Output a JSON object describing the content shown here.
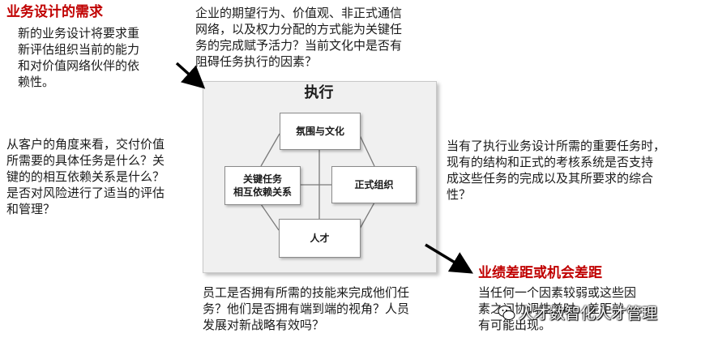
{
  "diagram": {
    "center_title": "执行",
    "nodes": {
      "culture": "氛围与文化",
      "tasks": "关键任务\n相互依赖关系",
      "formal": "正式组织",
      "talent": "人才"
    }
  },
  "annotations": {
    "top_left_heading": "业务设计的需求",
    "top_left_body": "新的业务设计将要求重\n新评估组织当前的能力\n和对价值网络伙伴的依\n赖性。",
    "top_center": "企业的期望行为、价值观、非正式通信\n网络，以及权力分配的方式能为关键任\n务的完成赋予活力？当前文化中是否有\n阻碍任务执行的因素？",
    "middle_left": "从客户的角度来看，交付价值\n所需要的具体任务是什么？关\n键的的相互依赖关系是什么？\n是否对风险进行了适当的评估\n和管理？",
    "right": "当有了执行业务设计所需的重要任务时，\n现有的结构和正式的考核系统是否支持\n成这些任务的完成以及其所要求的综合\n性？",
    "bottom_center": "员工是否拥有所需的技能来完成他们任\n务？他们是否拥有端到端的视角？人员\n发展对新战略有效吗？",
    "bottom_right_heading": "业绩差距或机会差距",
    "bottom_right_body": "当任何一个因素较弱或这些因\n素之间协调性差时，差距就\n有可能出现。"
  },
  "watermark": "人才数智化人才管理",
  "colors": {
    "heading_red": "#c00000",
    "frame_bg": "#f0f0f0",
    "arrow": "#000000"
  }
}
